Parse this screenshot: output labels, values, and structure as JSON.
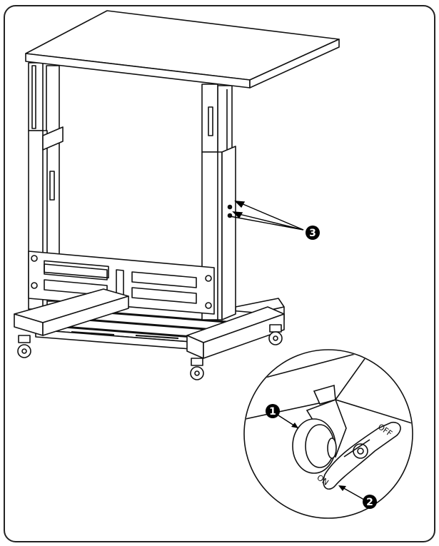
{
  "callouts": [
    {
      "id": "caster",
      "number": "1"
    },
    {
      "id": "lock-lever",
      "number": "2"
    },
    {
      "id": "height-bolts",
      "number": "3"
    }
  ],
  "lever_labels": {
    "off": "OFF",
    "on": "ON"
  },
  "colors": {
    "line": "#111111",
    "fill": "#ffffff",
    "frame": "#222222",
    "callout": "#000000"
  }
}
